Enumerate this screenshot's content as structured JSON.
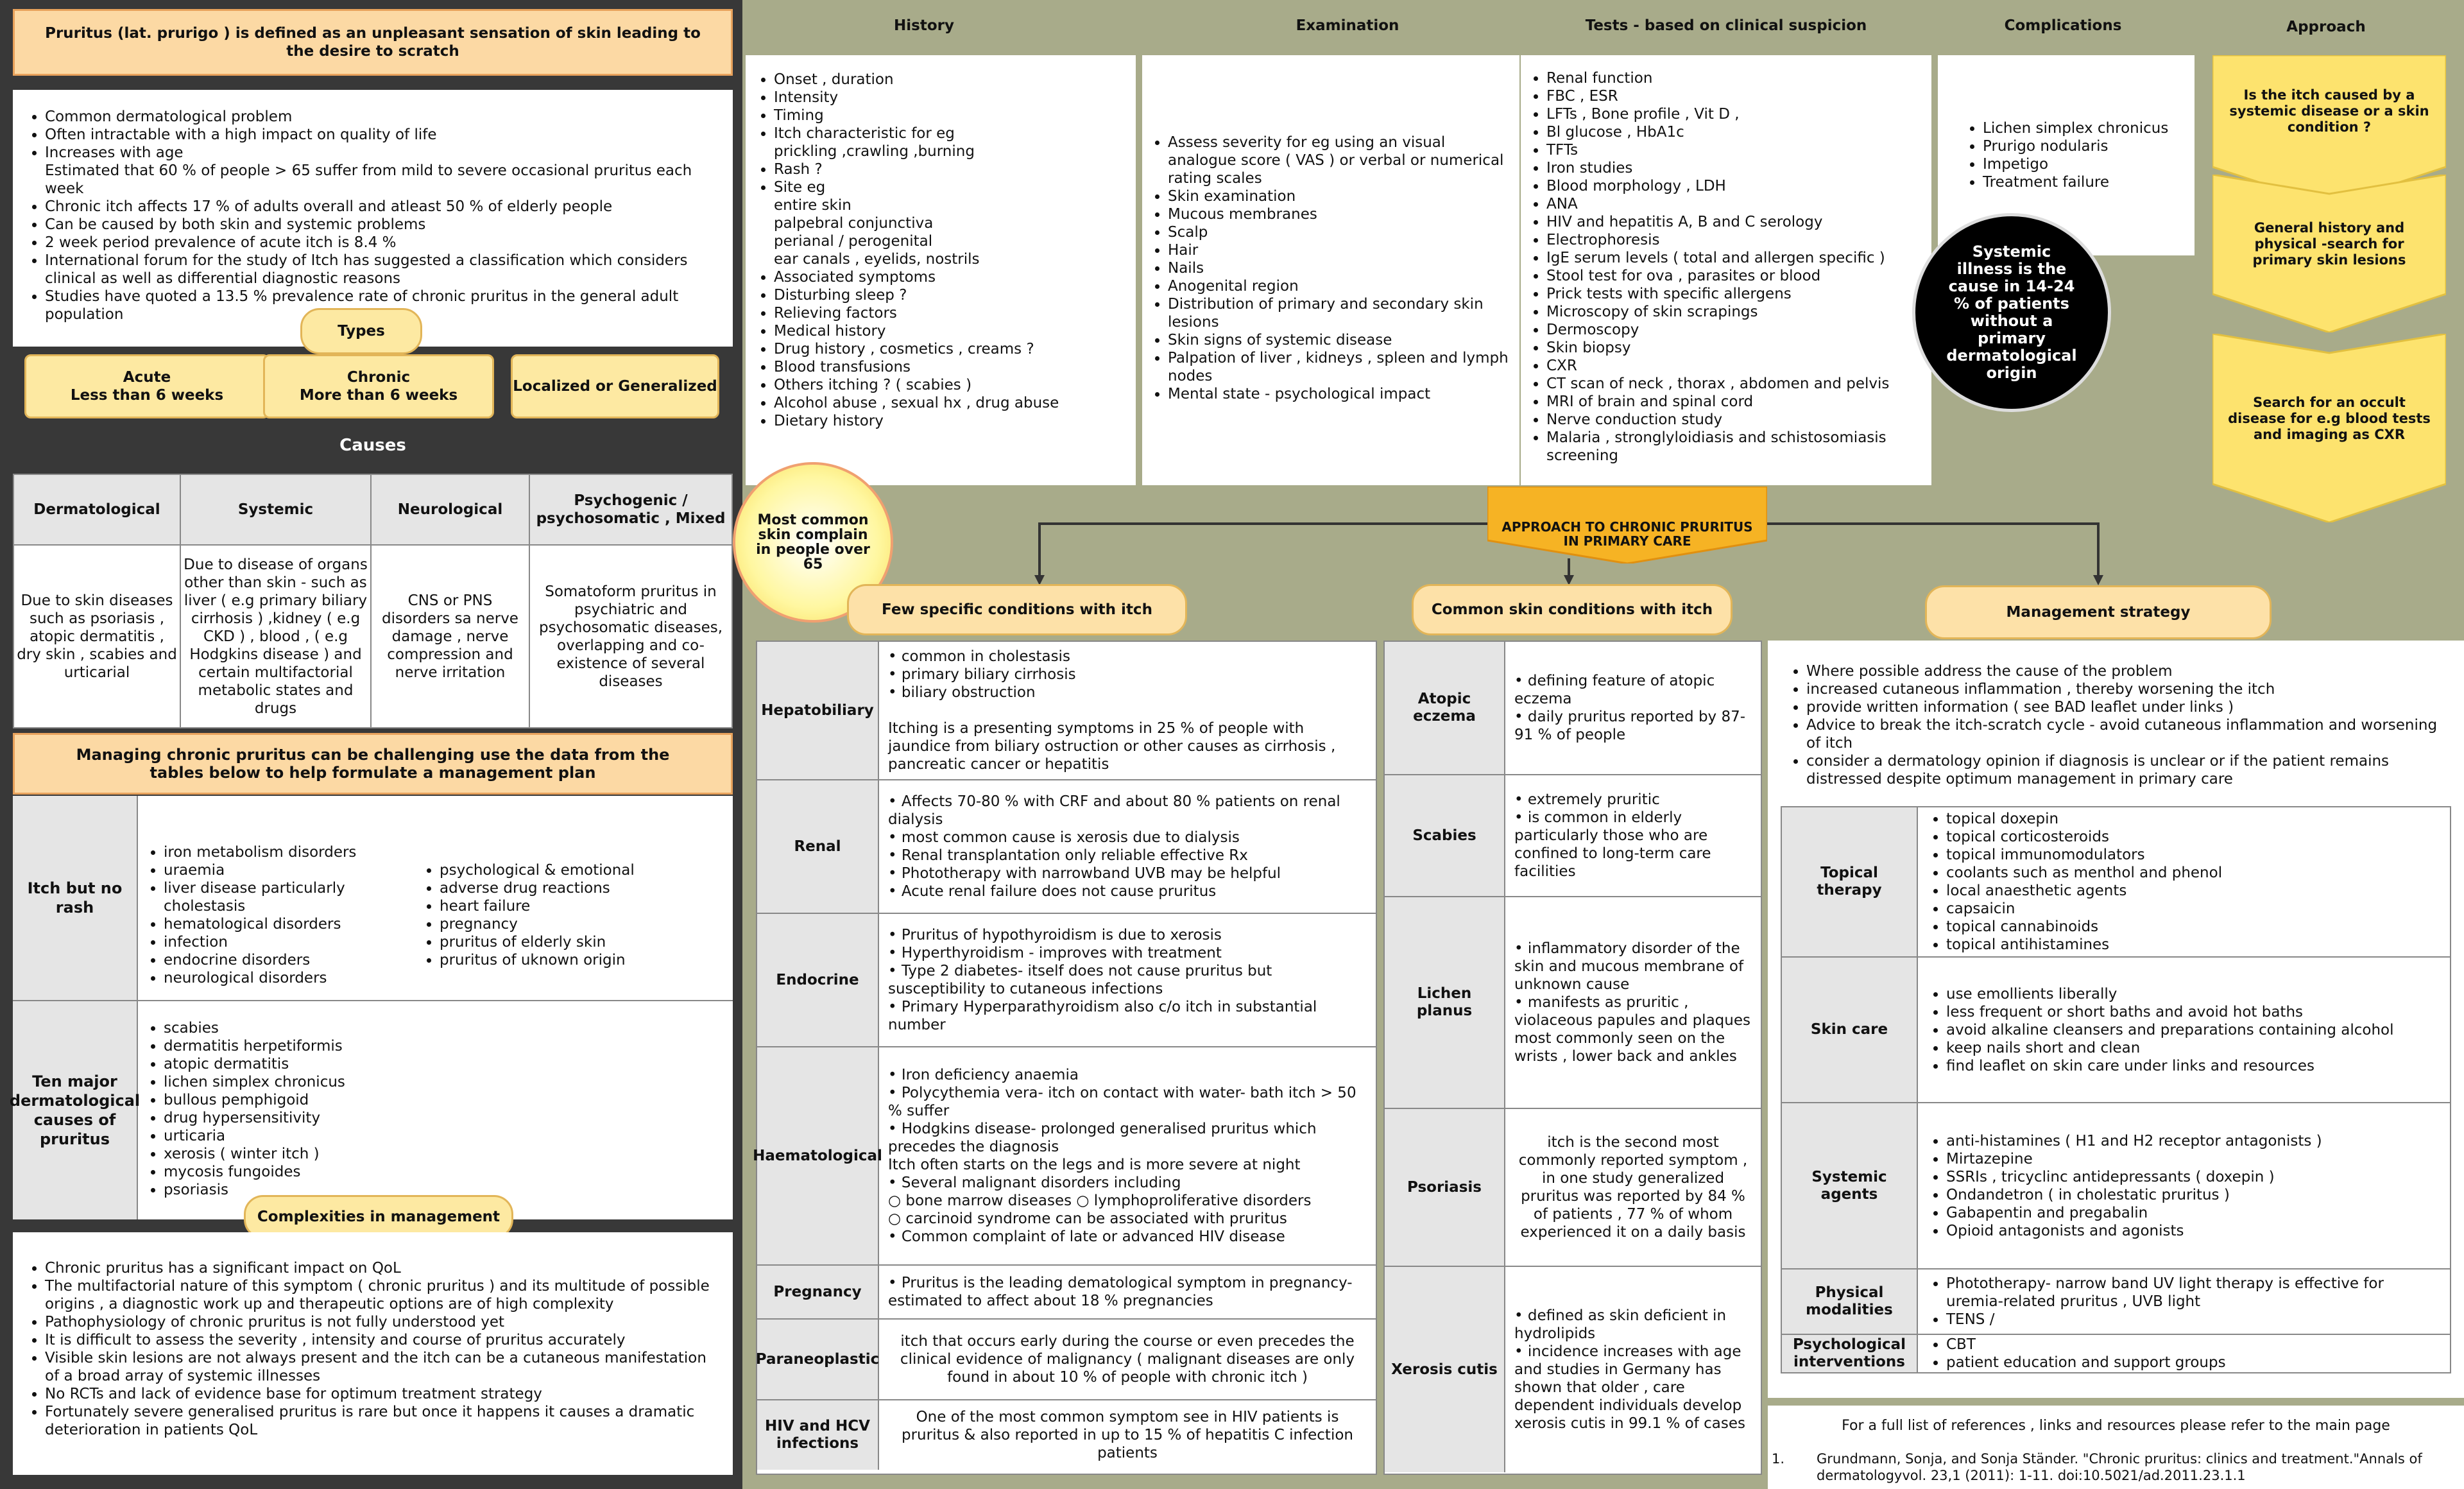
{
  "intro": {
    "definition": "Pruritus  (lat. prurigo ) is defined as an unpleasant sensation of skin leading to the desire to scratch",
    "facts": [
      "Common dermatological problem",
      "Often intractable with a high impact on quality of life",
      "Increases with age\nEstimated that 60 % of people > 65 suffer from mild to severe occasional pruritus each week",
      "Chronic itch affects 17 % of adults overall and atleast 50 % of elderly people",
      "Can be caused by both skin and systemic problems",
      "2 week period prevalence of acute itch is 8.4 %",
      "International forum for the study of Itch has suggested a classification which considers clinical as well as differential diagnostic reasons",
      "Studies have quoted a 13.5 % prevalence rate of chronic pruritus in the general adult population"
    ]
  },
  "types": {
    "label": "Types",
    "items": [
      "Acute\nLess than 6 weeks",
      "Chronic\nMore than 6 weeks",
      "Localized or Generalized"
    ]
  },
  "causes": {
    "title": "Causes",
    "headers": [
      "Dermatological",
      "Systemic",
      "Neurological",
      "Psychogenic / psychosomatic , Mixed"
    ],
    "cells": [
      "Due to skin diseases such as psoriasis , atopic dermatitis , dry skin , scabies and urticarial",
      "Due to disease of organs other than skin - such as liver ( e.g primary biliary cirrhosis ) ,kidney  ( e.g CKD ) , blood , ( e.g Hodgkins disease ) and certain multifactorial metabolic states and drugs",
      "CNS or PNS disorders sa nerve damage , nerve compression and nerve irritation",
      "Somatoform pruritus in psychiatric and psychosomatic diseases, overlapping and co-existence of several diseases"
    ]
  },
  "managing": {
    "title": "Managing chronic pruritus can be challenging use the data from the tables below to help formulate a management plan",
    "itch_no_rash": {
      "label": "Itch but no rash",
      "col1": [
        "iron metabolism disorders",
        "uraemia",
        "liver disease particularly cholestasis",
        "hematological disorders",
        "infection",
        "endocrine disorders",
        "neurological disorders"
      ],
      "col2": [
        "psychological & emotional",
        "adverse drug reactions",
        "heart failure",
        "pregnancy",
        "pruritus of elderly skin",
        "pruritus of uknown origin"
      ]
    },
    "ten_major": {
      "label": "Ten major dermatological causes of pruritus",
      "items": [
        "scabies",
        "dermatitis herpetiformis",
        "atopic dermatitis",
        "lichen simplex chronicus",
        "bullous pemphigoid",
        "drug hypersensitivity",
        "urticaria",
        "xerosis ( winter itch )",
        "mycosis fungoides",
        "psoriasis"
      ]
    }
  },
  "complexities": {
    "label": "Complexities in management",
    "items": [
      "Chronic pruritus has a significant impact on QoL",
      "The multifactorial nature of this symptom ( chronic pruritus ) and its multitude of possible origins , a diagnostic work up and therapeutic options are of high complexity",
      "Pathophysiology of chronic pruritus is not fully understood yet",
      "It is difficult to assess the severity , intensity and course of pruritus accurately",
      "Visible skin lesions are not always present and the itch can be a cutaneous manifestation of a broad array of systemic illnesses",
      "No RCTs and lack of evidence base for optimum treatment strategy",
      "Fortunately severe generalised pruritus is rare but once it happens it causes a dramatic deterioration in patients QoL"
    ]
  },
  "history": {
    "title": "History",
    "items": [
      "Onset , duration",
      "Intensity",
      "Timing",
      "Itch characteristic for eg\nprickling ,crawling ,burning",
      "Rash ?",
      "Site eg\nentire skin\npalpebral conjunctiva\nperianal / perogenital\near canals , eyelids, nostrils",
      "Associated symptoms",
      "Disturbing sleep ?",
      "Relieving factors",
      "Medical history",
      "Drug history , cosmetics , creams ?",
      "Blood transfusions",
      "Others itching ? ( scabies )",
      "Alcohol abuse , sexual hx , drug abuse",
      "Dietary history"
    ]
  },
  "examination": {
    "title": "Examination",
    "items": [
      "Assess severity for eg using an visual analogue score ( VAS ) or verbal or numerical rating scales",
      "Skin examination",
      "Mucous membranes",
      "Scalp",
      "Hair",
      "Nails",
      "Anogenital region",
      "Distribution of primary and secondary skin lesions",
      "Skin signs of systemic disease",
      "Palpation of liver , kidneys , spleen and lymph nodes",
      "Mental state - psychological impact"
    ]
  },
  "tests": {
    "title": "Tests - based on clinical suspicion",
    "items": [
      "Renal function",
      "FBC , ESR",
      "LFTs , Bone profile , Vit D ,",
      "Bl glucose , HbA1c",
      "TFTs",
      "Iron studies",
      "Blood morphology , LDH",
      "ANA",
      "HIV and hepatitis A, B and C serology",
      "Electrophoresis",
      "IgE serum levels ( total and allergen specific )",
      "Stool test for ova , parasites or blood",
      "Prick tests with specific allergens",
      "Microscopy of skin scrapings",
      "Dermoscopy",
      "Skin biopsy",
      "CXR",
      "CT scan of neck , thorax , abdomen and pelvis",
      "MRI of brain and spinal cord",
      "Nerve conduction study",
      "Malaria , stronglyloidiasis and schistosomiasis screening"
    ]
  },
  "complications": {
    "title": "Complications",
    "items": [
      "Lichen simplex chronicus",
      "Prurigo nodularis",
      "Impetigo",
      "Treatment failure"
    ]
  },
  "approach": {
    "title": "Approach",
    "steps": [
      "Is the itch caused by a systemic disease or a skin condition ?",
      "General history and physical -search for primary skin lesions",
      "Search for an occult disease for e.g blood tests and imaging as CXR"
    ]
  },
  "systemic_circle": "Systemic illness is the cause in 14-24 % of patients without a primary dermatological origin",
  "common_circle": "Most common skin complain in people over 65",
  "center_banner": "APPROACH TO CHRONIC PRURITUS IN PRIMARY CARE",
  "few_specific": {
    "title": "Few specific conditions with itch",
    "rows": [
      {
        "label": "Hepatobiliary",
        "text": "• common in cholestasis\n• primary biliary cirrhosis\n• biliary obstruction\n\nItching is a presenting symptoms in 25 % of people with jaundice from biliary ostruction or other causes as cirrhosis , pancreatic cancer or hepatitis"
      },
      {
        "label": "Renal",
        "text": "• Affects 70-80 % with CRF and about 80 % patients on renal dialysis\n• most common cause is xerosis due to dialysis\n• Renal transplantation only reliable effective Rx\n• Phototherapy with narrowband UVB may be helpful\n• Acute renal failure does not cause pruritus"
      },
      {
        "label": "Endocrine",
        "text": "• Pruritus of hypothyroidism is due to xerosis\n• Hyperthyroidism - improves with treatment\n• Type 2 diabetes- itself does not cause pruritus but susceptibility to cutaneous infections\n• Primary Hyperparathyroidism also c/o itch in substantial number"
      },
      {
        "label": "Haematological",
        "text": "• Iron deficiency anaemia\n• Polycythemia vera- itch on contact with water- bath itch > 50 % suffer\n• Hodgkins disease- prolonged generalised pruritus which precedes the diagnosis\n   Itch often starts on the legs and is more severe at night\n• Several malignant disorders including\n   ○ bone marrow diseases  ○ lymphoproliferative disorders\n   ○ carcinoid syndrome can be associated with pruritus\n• Common complaint of late or advanced HIV disease"
      },
      {
        "label": "Pregnancy",
        "text": "• Pruritus is the leading dematological symptom in pregnancy- estimated to affect about 18 % pregnancies"
      },
      {
        "label": "Paraneoplastic",
        "text": "itch that occurs early during the course or even precedes the clinical evidence of malignancy ( malignant diseases are only found in about 10 % of people with chronic itch )"
      },
      {
        "label": "HIV and HCV infections",
        "text": "One of the most common symptom see in HIV patients is pruritus & also reported in up to 15 % of hepatitis C infection patients"
      }
    ]
  },
  "common_skin": {
    "title": "Common skin conditions with itch",
    "rows": [
      {
        "label": "Atopic eczema",
        "text": "• defining feature of atopic eczema\n• daily pruritus reported by 87-91 % of people"
      },
      {
        "label": "Scabies",
        "text": "• extremely pruritic\n• is common in elderly particularly those who are confined to long-term care facilities"
      },
      {
        "label": "Lichen planus",
        "text": "• inflammatory disorder of the skin and mucous membrane of unknown cause\n• manifests as pruritic , violaceous papules and plaques most commonly seen on the wrists , lower back and ankles"
      },
      {
        "label": "Psoriasis",
        "text": "itch is the second most commonly reported symptom , in one study generalized pruritus was reported by 84 % of patients , 77 % of whom experienced it on a daily basis"
      },
      {
        "label": "Xerosis cutis",
        "text": "• defined as skin deficient in hydrolipids\n• incidence increases with age and studies in Germany has shown that older , care dependent individuals develop xerosis cutis in 99.1 % of cases"
      }
    ]
  },
  "management": {
    "title": "Management strategy",
    "intro": [
      "Where possible address the cause of the problem",
      "increased cutaneous inflammation , thereby worsening the itch",
      "provide written information ( see BAD leaflet under links )",
      "Advice to break the itch-scratch cycle - avoid cutaneous inflammation and worsening of itch",
      "consider a dermatology opinion if diagnosis is unclear or if the patient remains distressed despite optimum management in primary care"
    ],
    "rows": [
      {
        "label": "Topical therapy",
        "items": [
          "topical doxepin",
          "topical corticosteroids",
          "topical immunomodulators",
          "coolants such as menthol and phenol",
          "local anaesthetic agents",
          "capsaicin",
          "topical cannabinoids",
          "topical antihistamines"
        ]
      },
      {
        "label": "Skin care",
        "items": [
          "use emollients liberally",
          "less frequent or short baths and avoid hot baths",
          "avoid alkaline cleansers and preparations containing alcohol",
          "keep nails short and clean",
          "find leaflet on skin care under links and resources"
        ]
      },
      {
        "label": "Systemic agents",
        "items": [
          "anti-histamines ( H1 and H2 receptor antagonists )",
          "Mirtazepine",
          "SSRIs , tricyclinc antidepressants ( doxepin )",
          "Ondandetron ( in cholestatic pruritus )",
          "Gabapentin and pregabalin",
          "Opioid antagonists and agonists"
        ]
      },
      {
        "label": "Physical modalities",
        "items": [
          "Phototherapy- narrow band UV light therapy is effective for uremia-related pruritus , UVB light",
          "TENS /"
        ]
      },
      {
        "label": "Psychological interventions",
        "items": [
          "CBT",
          "patient education and support groups"
        ]
      }
    ]
  },
  "references": {
    "note": "For a full list of references , links and resources please refer to the main page",
    "ref1_num": "1.",
    "ref1": "Grundmann, Sonja, and Sonja Ständer. \"Chronic pruritus: clinics and treatment.\"Annals of dermatologyvol. 23,1 (2011): 1-11. doi:10.5021/ad.2011.23.1.1"
  }
}
